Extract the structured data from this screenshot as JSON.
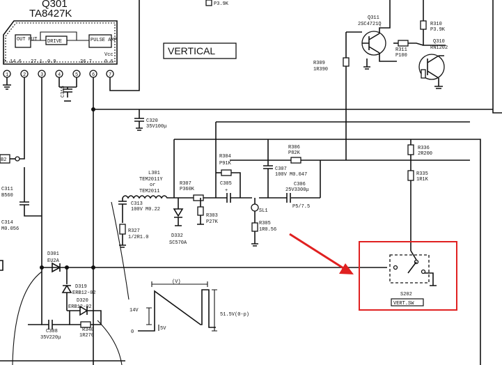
{
  "ic": {
    "ref": "Q301",
    "part": "TA8427K",
    "blocks": [
      "OUT PUT",
      "DRIVE",
      "PULSE AMP"
    ],
    "vcc": "Vcc",
    "pin_numbers": [
      "1",
      "2",
      "3",
      "4",
      "5",
      "6",
      "7"
    ],
    "pin_voltages": [
      "0",
      "14.6",
      "27.1",
      "0.9",
      "26.7",
      "0.6"
    ]
  },
  "section_label": "VERTICAL",
  "components": {
    "q311": {
      "ref": "Q311",
      "part": "2SC4721Q"
    },
    "q310": {
      "ref": "Q310",
      "part": "RN1202"
    },
    "r310": {
      "ref": "R310",
      "value": "P3.9K"
    },
    "r311": {
      "ref": "R311",
      "value": "P100"
    },
    "r309": {
      "ref": "R309",
      "value": "1R390"
    },
    "top_res_value": "P3.9K",
    "c320": {
      "ref": "C320",
      "value": "35V100μ"
    },
    "r306": {
      "ref": "R306",
      "value": "P82K"
    },
    "r336": {
      "ref": "R336",
      "value": "2R200"
    },
    "r304": {
      "ref": "R304",
      "value": "P91K"
    },
    "c307": {
      "ref": "C307",
      "value": "100V M0.047"
    },
    "r335": {
      "ref": "R335",
      "value": "1R1K"
    },
    "l301": {
      "ref": "L301",
      "value": [
        "TEM2011Y",
        "or",
        "TEM2011"
      ]
    },
    "r307": {
      "ref": "R307",
      "value": "P360K"
    },
    "c305": {
      "ref": "C305",
      "value": "+"
    },
    "c306": {
      "ref": "C306",
      "value": "25V3300μ"
    },
    "p5": "P5/7.5",
    "sl1": "SL1",
    "c313": {
      "ref": "C313",
      "value": "100V M0.22"
    },
    "r303": {
      "ref": "R303",
      "value": "P27K"
    },
    "r305": {
      "ref": "R305",
      "value": "1R0.56"
    },
    "r327": {
      "ref": "R327",
      "value": "1/2R1.0"
    },
    "d332": {
      "ref": "D332",
      "value": "SC570A"
    },
    "c311": {
      "ref": "C311",
      "value": "B560"
    },
    "c314": {
      "ref": "C314",
      "value": "M0.056"
    },
    "c315": {
      "ref": "C315"
    },
    "d301": {
      "ref": "D301",
      "value": "EU2A"
    },
    "d319": {
      "ref": "D319",
      "value": "ERB12-02"
    },
    "d320": {
      "ref": "D320",
      "value": "ERB12-02"
    },
    "r340": {
      "ref": "R340",
      "value": "1R270"
    },
    "c308": {
      "ref": "C308",
      "value": "35V220μ"
    },
    "s202": {
      "ref": "S202",
      "label": "VERT.SW"
    },
    "connector_ref": "B2"
  },
  "waveform": {
    "period_label": "(V)",
    "amp_high": "14V",
    "amp_low": "5V",
    "peak": "51.5V(0-p)",
    "zero": "0"
  },
  "annotation": {
    "color": "#e02020"
  }
}
